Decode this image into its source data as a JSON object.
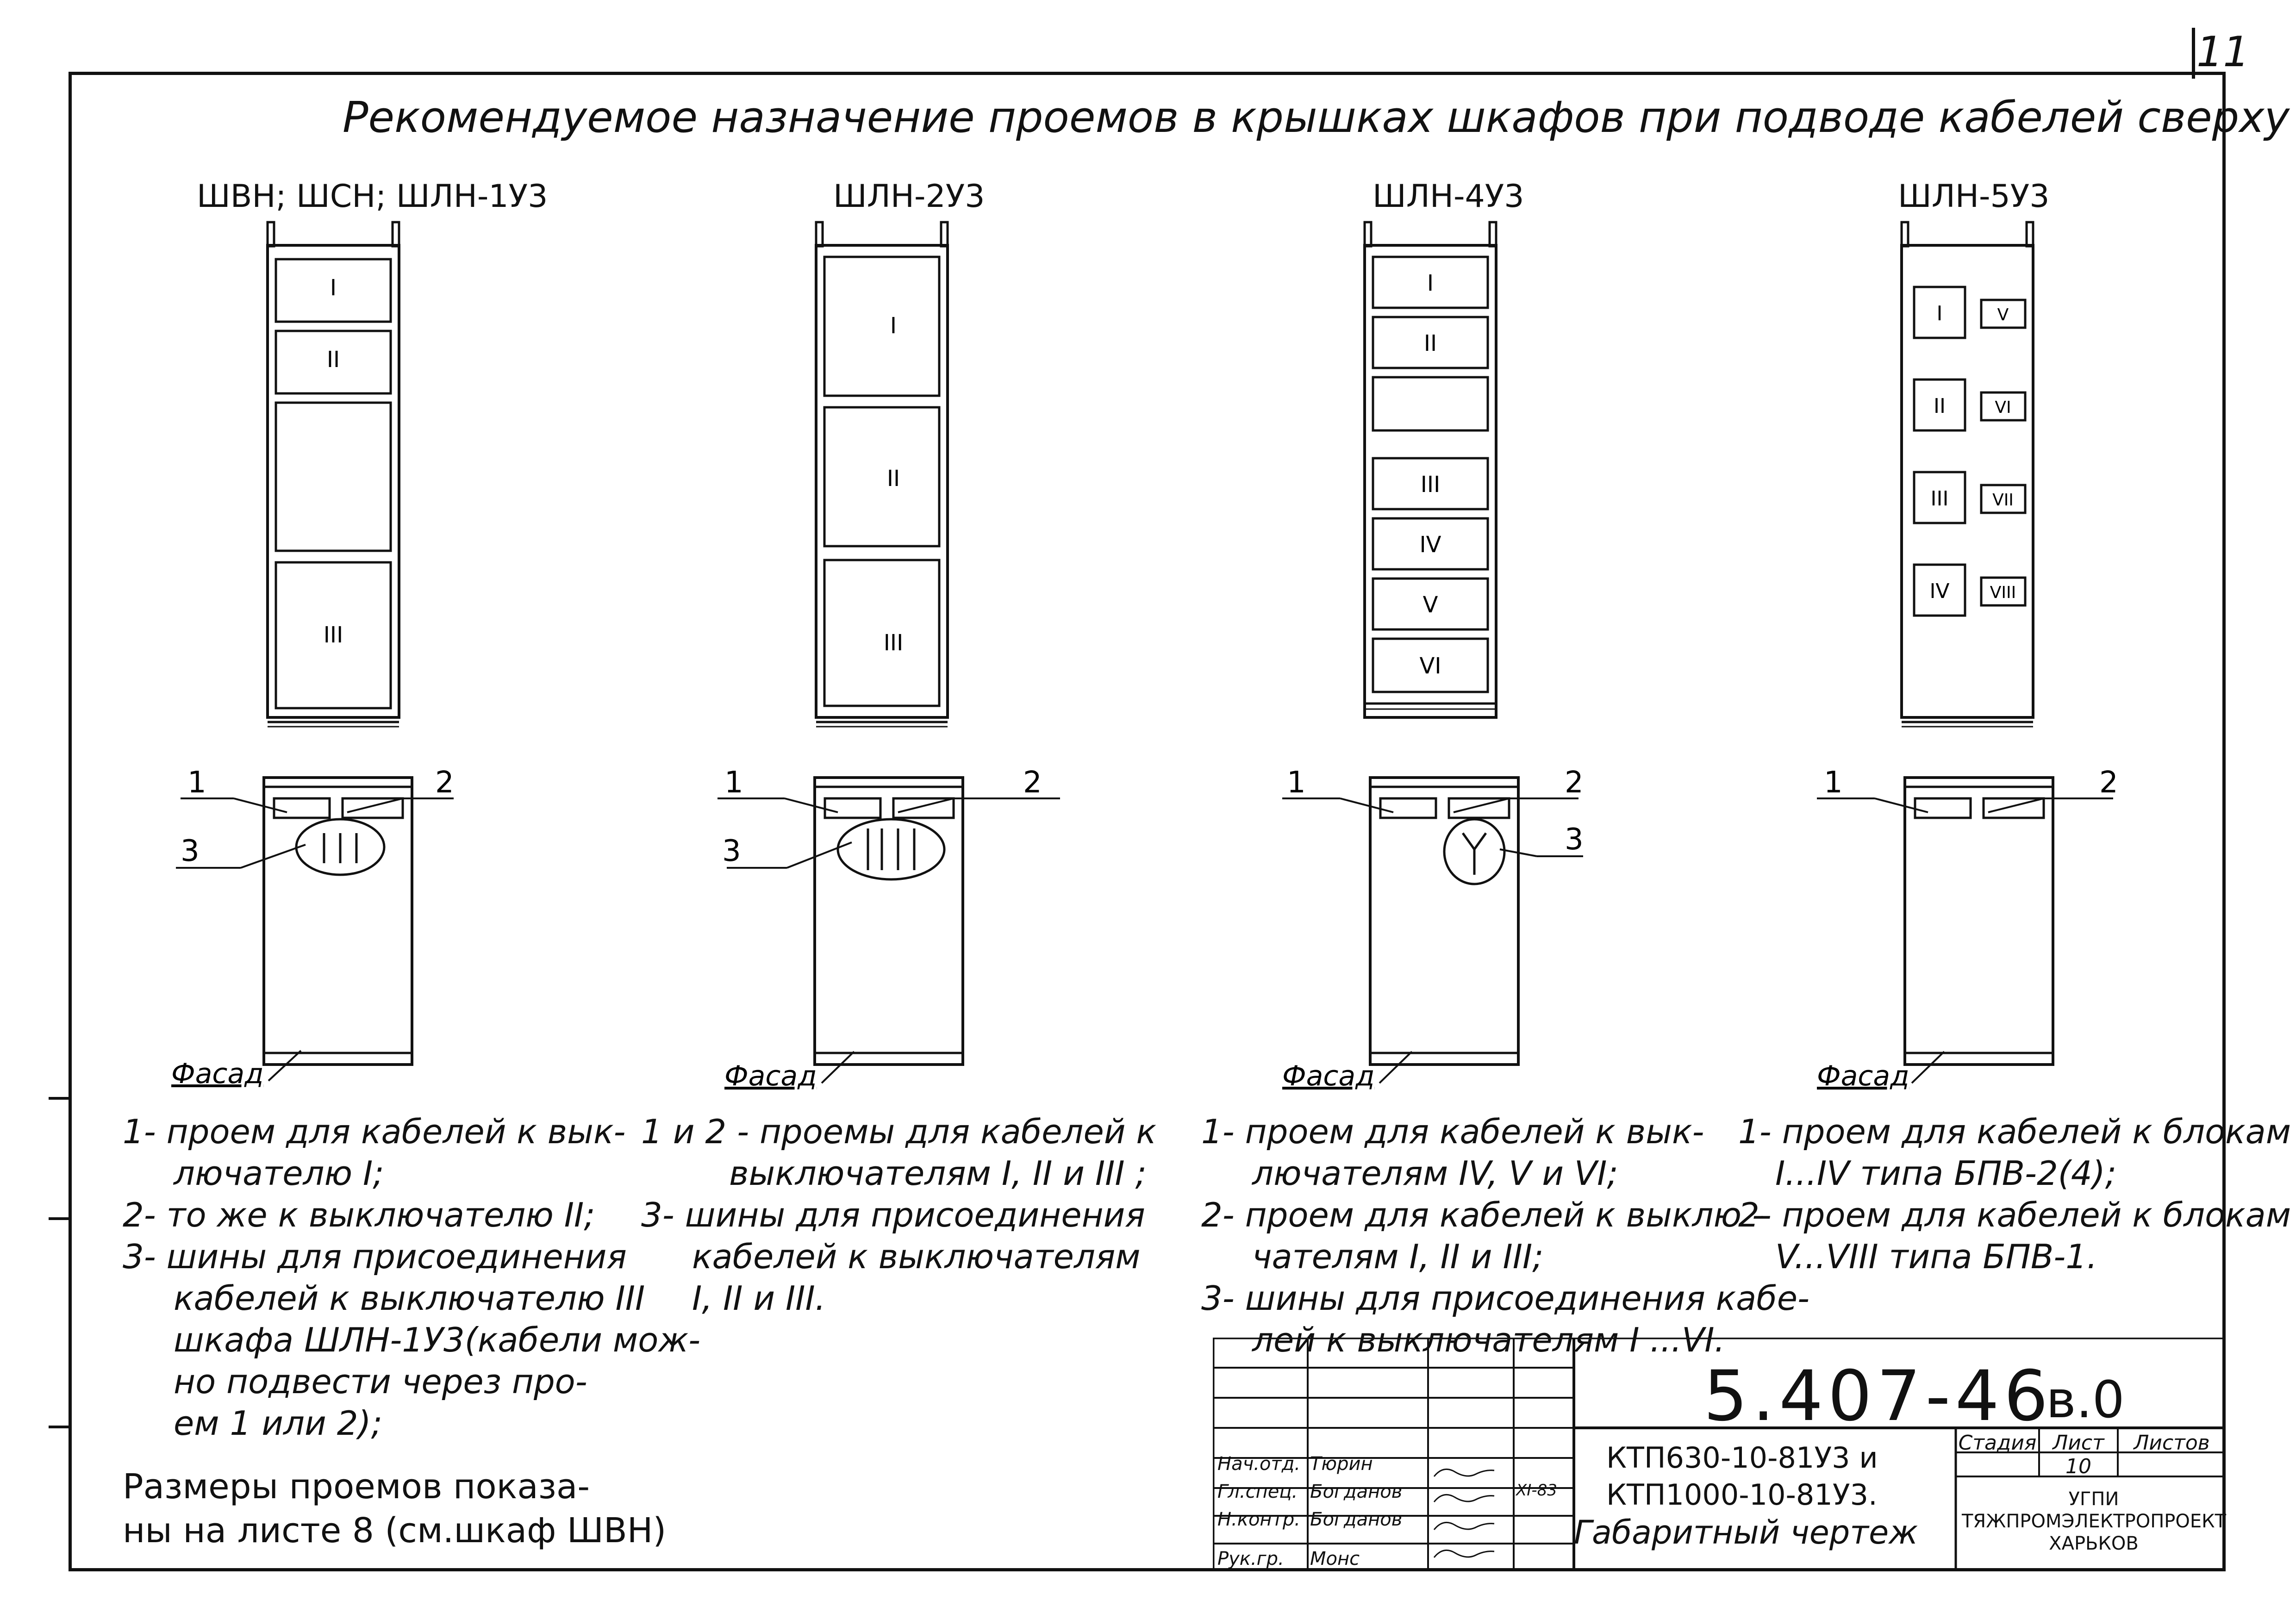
{
  "sheet": {
    "number": "11",
    "title": "Рекомендуемое назначение проемов в крышках шкафов при подводе кабелей сверху"
  },
  "cabinets": [
    {
      "name": "ШВН; ШСН; ШЛН-1У3",
      "openings": [
        "I",
        "II",
        "",
        "III"
      ],
      "facade_label": "Фасад",
      "callouts": [
        "1",
        "2",
        "3"
      ],
      "notes": [
        "1- проем для кабелей к вык-",
        "лючателю I;",
        "2- то же к выключателю II;",
        "3- шины для присоединения",
        "кабелей к выключателю III",
        "шкафа ШЛН-1У3(кабели мож-",
        "но подвести через про-",
        "ем 1 или 2);"
      ],
      "extra_note": [
        "Размеры проемов показа-",
        "ны на листе 8 (см.шкаф ШВН)"
      ]
    },
    {
      "name": "ШЛН-2У3",
      "openings": [
        "I",
        "II",
        "III"
      ],
      "facade_label": "Фасад",
      "callouts": [
        "1",
        "2",
        "3"
      ],
      "notes": [
        "1 и 2 - проемы для кабелей к",
        "выключателям I, II и III ;",
        "3- шины для присоединения",
        "кабелей к выключателям",
        "I, II и III."
      ]
    },
    {
      "name": "ШЛН-4У3",
      "openings": [
        "I",
        "II",
        "",
        "III",
        "IV",
        "V",
        "VI"
      ],
      "facade_label": "Фасад",
      "callouts": [
        "1",
        "2",
        "3"
      ],
      "notes": [
        "1- проем для кабелей к вык-",
        "лючателям IV, V и VI;",
        "2- проем для кабелей к выклю -",
        "чателям I, II и III;",
        "3- шины для присоединения кабе-",
        "лей к выключателям I ...VI."
      ]
    },
    {
      "name": "ШЛН-5У3",
      "openings_left": [
        "I",
        "II",
        "III",
        "IV"
      ],
      "openings_right": [
        "V",
        "VI",
        "VII",
        "VIII"
      ],
      "facade_label": "Фасад",
      "callouts": [
        "1",
        "2"
      ],
      "notes": [
        "1- проем для кабелей к блокам",
        "I...IV типа БПВ-2(4);",
        "2- проем для кабелей к блокам",
        "V...VIII типа БПВ-1."
      ]
    }
  ],
  "title_block": {
    "doc_code": "5.407-46",
    "doc_suffix": "в.0",
    "doc_name_lines": [
      "КТП630-10-81У3 и",
      "КТП1000-10-81У3."
    ],
    "doc_type": "Габаритный чертеж",
    "headers": {
      "stage": "Стадия",
      "sheet": "Лист",
      "sheets": "Листов"
    },
    "sheet_value": "10",
    "organization_lines": [
      "УГПИ",
      "ТЯЖПРОМЭЛЕКТРОПРОЕКТ",
      "ХАРЬКОВ"
    ],
    "signatures": [
      {
        "role": "Нач.отд.",
        "name": "Тюрин",
        "date": ""
      },
      {
        "role": "Гл.спец.",
        "name": "Богданов",
        "date": "XI-83"
      },
      {
        "role": "Н.контр.",
        "name": "Богданов",
        "date": ""
      },
      {
        "role": "Рук.гр.",
        "name": "Монс",
        "date": ""
      }
    ]
  }
}
